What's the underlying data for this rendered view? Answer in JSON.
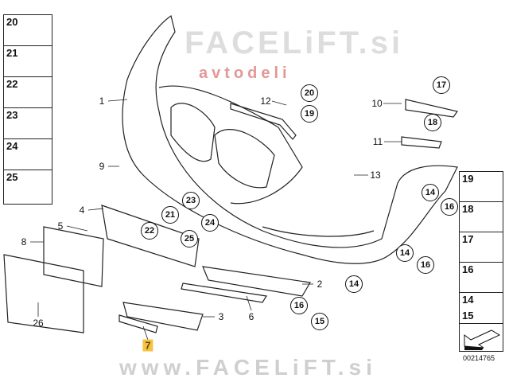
{
  "left_legend": [
    "20",
    "21",
    "22",
    "23",
    "24",
    "25"
  ],
  "right_legend": [
    "19",
    "18",
    "17",
    "16",
    "14",
    "15"
  ],
  "diagram_code": "00214765",
  "plain_labels": [
    "1",
    "12",
    "10",
    "11",
    "9",
    "13",
    "4",
    "5",
    "8",
    "26",
    "2",
    "3",
    "6"
  ],
  "highlighted_label": "7",
  "circled_labels": [
    "20",
    "19",
    "17",
    "18",
    "14",
    "16",
    "23",
    "21",
    "24",
    "22",
    "25",
    "14",
    "16",
    "14",
    "16",
    "15"
  ],
  "watermark_diagonal": "FACELiFT.si",
  "watermark_sub": "avtodeli",
  "watermark_bottom": "www.FACELiFT.si",
  "colors": {
    "highlight": "#f5c244",
    "watermark_red": "#d04040"
  }
}
